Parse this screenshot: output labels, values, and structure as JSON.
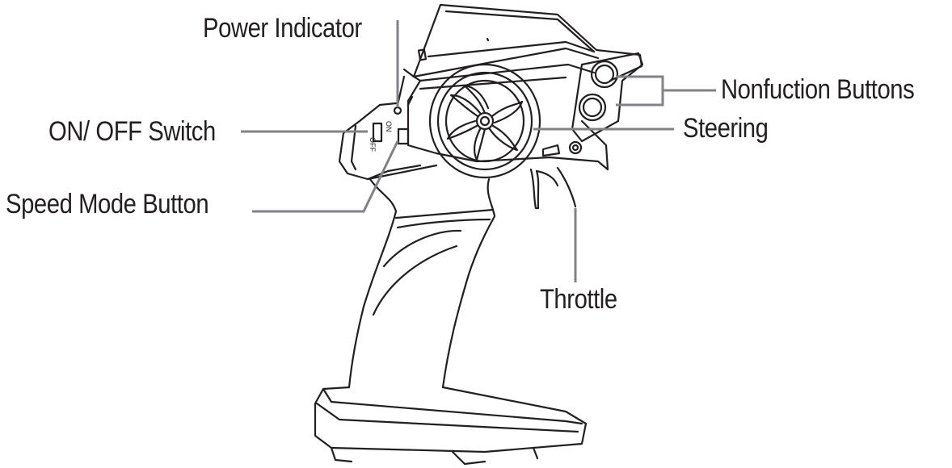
{
  "labels": {
    "power_indicator": "Power Indicator",
    "on_off_switch": "ON/ OFF Switch",
    "speed_mode_button": "Speed Mode Button",
    "nonfunction_buttons": "Nonfuction Buttons",
    "steering": "Steering",
    "throttle": "Throttle"
  },
  "switch_marks": {
    "on": "ON",
    "off": "OFF"
  },
  "colors": {
    "outline": "#231f20",
    "leader": "#808285",
    "text": "#231f20",
    "background": "#ffffff"
  }
}
